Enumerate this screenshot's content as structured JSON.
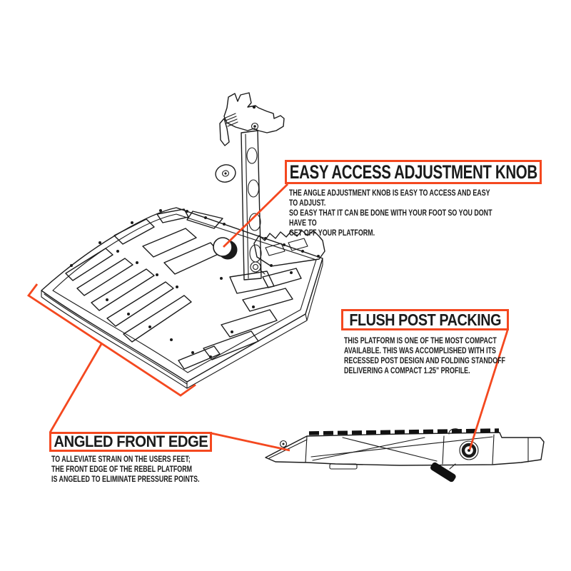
{
  "colors": {
    "accent": "#F4481F",
    "ink": "#1B1B1B"
  },
  "callouts": {
    "easy_access": {
      "title": "EASY ACCESS ADJUSTMENT KNOB",
      "body": "THE ANGLE ADJUSTMENT KNOB IS EASY TO ACCESS AND EASY TO ADJUST.\nSO EASY THAT IT CAN BE DONE WITH YOUR FOOT SO YOU DONT HAVE TO\nGET OFF YOUR PLATFORM."
    },
    "flush_post": {
      "title": "FLUSH POST PACKING",
      "body": "THIS PLATFORM IS ONE OF THE MOST COMPACT\nAVAILABLE. THIS WAS ACCOMPLISHED WITH ITS\nRECESSED POST DESIGN AND FOLDING STANDOFF\nDELIVERING A COMPACT 1.25\" PROFILE."
    },
    "angled_edge": {
      "title": "ANGLED FRONT EDGE",
      "body": "TO ALLEVIATE STRAIN ON THE USERS FEET;\nTHE FRONT EDGE OF THE REBEL PLATFORM\nIS ANGELED TO ELIMINATE PRESSURE POINTS."
    }
  }
}
